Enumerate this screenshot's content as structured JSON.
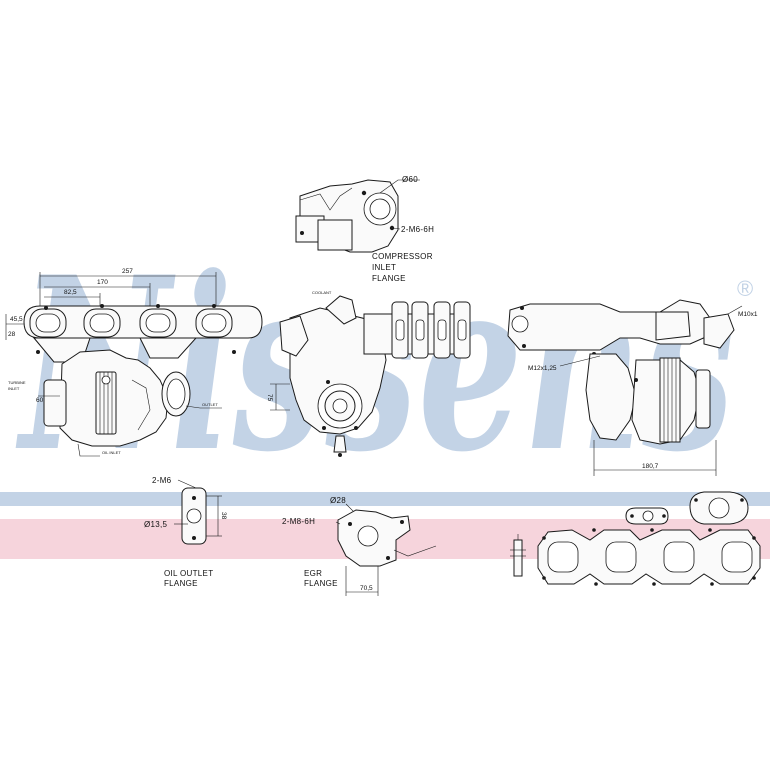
{
  "brand": {
    "watermark": "Nissens",
    "registered_mark": "®",
    "blue": "#c3d3e6",
    "pink": "#f6d4dc"
  },
  "labels": {
    "compressor_inlet_flange": [
      "COMPRESSOR",
      "INLET",
      "FLANGE"
    ],
    "oil_outlet_flange": [
      "OIL OUTLET",
      "FLANGE"
    ],
    "egr_flange": [
      "EGR",
      "FLANGE"
    ]
  },
  "dimensions": {
    "phi_60": "Ø60",
    "thread_2m6_6h": "2-M6-6H",
    "len_257": "257",
    "len_170": "170",
    "len_825": "82,5",
    "len_455": "45,5",
    "len_28": "28",
    "len_60": "60",
    "len_75": "75",
    "m10x1": "M10x1",
    "m12x125": "M12x1,25",
    "len_1807": "180,7",
    "thread_2m6": "2-M6",
    "len_38": "38",
    "phi_135": "Ø13,5",
    "phi_28": "Ø28",
    "thread_2m8_6h": "2-M8-6H",
    "len_705": "70,5"
  },
  "small_notes": {
    "turbine_inlet": [
      "TURBINE",
      "INLET"
    ],
    "outlet": "OUTLET",
    "coolant": "COOLANT",
    "oil_inlet": "OIL INLET"
  }
}
